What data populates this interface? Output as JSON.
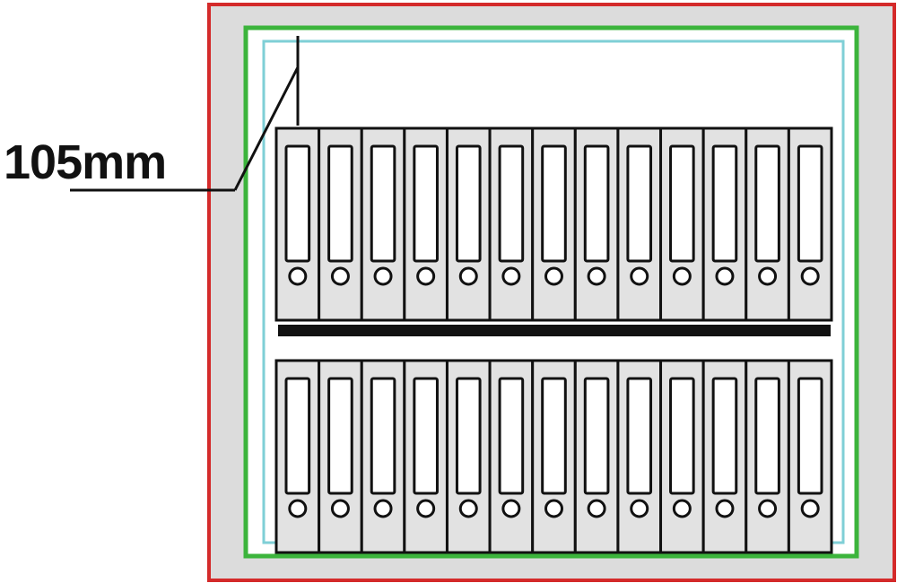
{
  "dimension_label": "105mm",
  "binders_per_row": 13,
  "rows": 2,
  "colors": {
    "outer_frame": "#d42a2a",
    "body_fill": "#dcdcdc",
    "inner_frame": "#3cb43c",
    "interior_frame": "#7fcfd6",
    "binder_fill": "#e2e2e2",
    "line": "#111111"
  }
}
